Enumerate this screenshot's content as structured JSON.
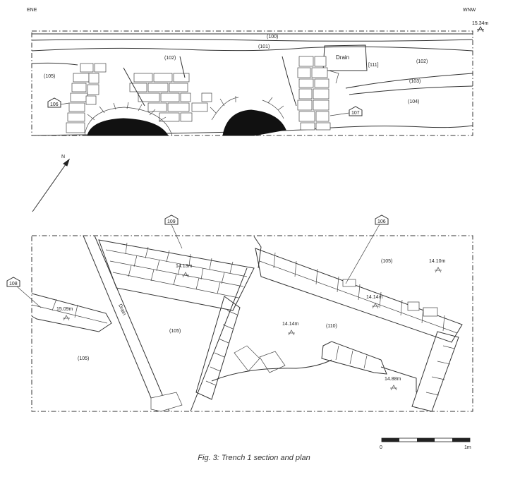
{
  "section": {
    "orientation_left": "ENE",
    "orientation_right": "WNW",
    "datum": "15.34m",
    "contexts": {
      "c100": "(100)",
      "c101": "(101)",
      "c102a": "(102)",
      "c102b": "(102)",
      "c103": "(103)",
      "c104": "(104)",
      "c105": "(105)",
      "c111": "[111]",
      "drain": "Drain"
    },
    "tags": {
      "t106": "106",
      "t107": "107"
    }
  },
  "north": {
    "label": "N"
  },
  "plan": {
    "tags": {
      "t108": "108",
      "t109": "109",
      "t106": "106"
    },
    "contexts": {
      "c105a": "(105)",
      "c105b": "(105)",
      "c105c": "(105)",
      "c110": "(110)",
      "drain": "Drain"
    },
    "levels": {
      "l1": "15.09m",
      "l2": "14.13m",
      "l3": "14.14m",
      "l4": "14.14m",
      "l5": "14.10m",
      "l6": "14.88m"
    }
  },
  "scale_bar": {
    "start": "0",
    "end": "1m"
  },
  "caption": "Fig. 3: Trench 1 section and plan"
}
